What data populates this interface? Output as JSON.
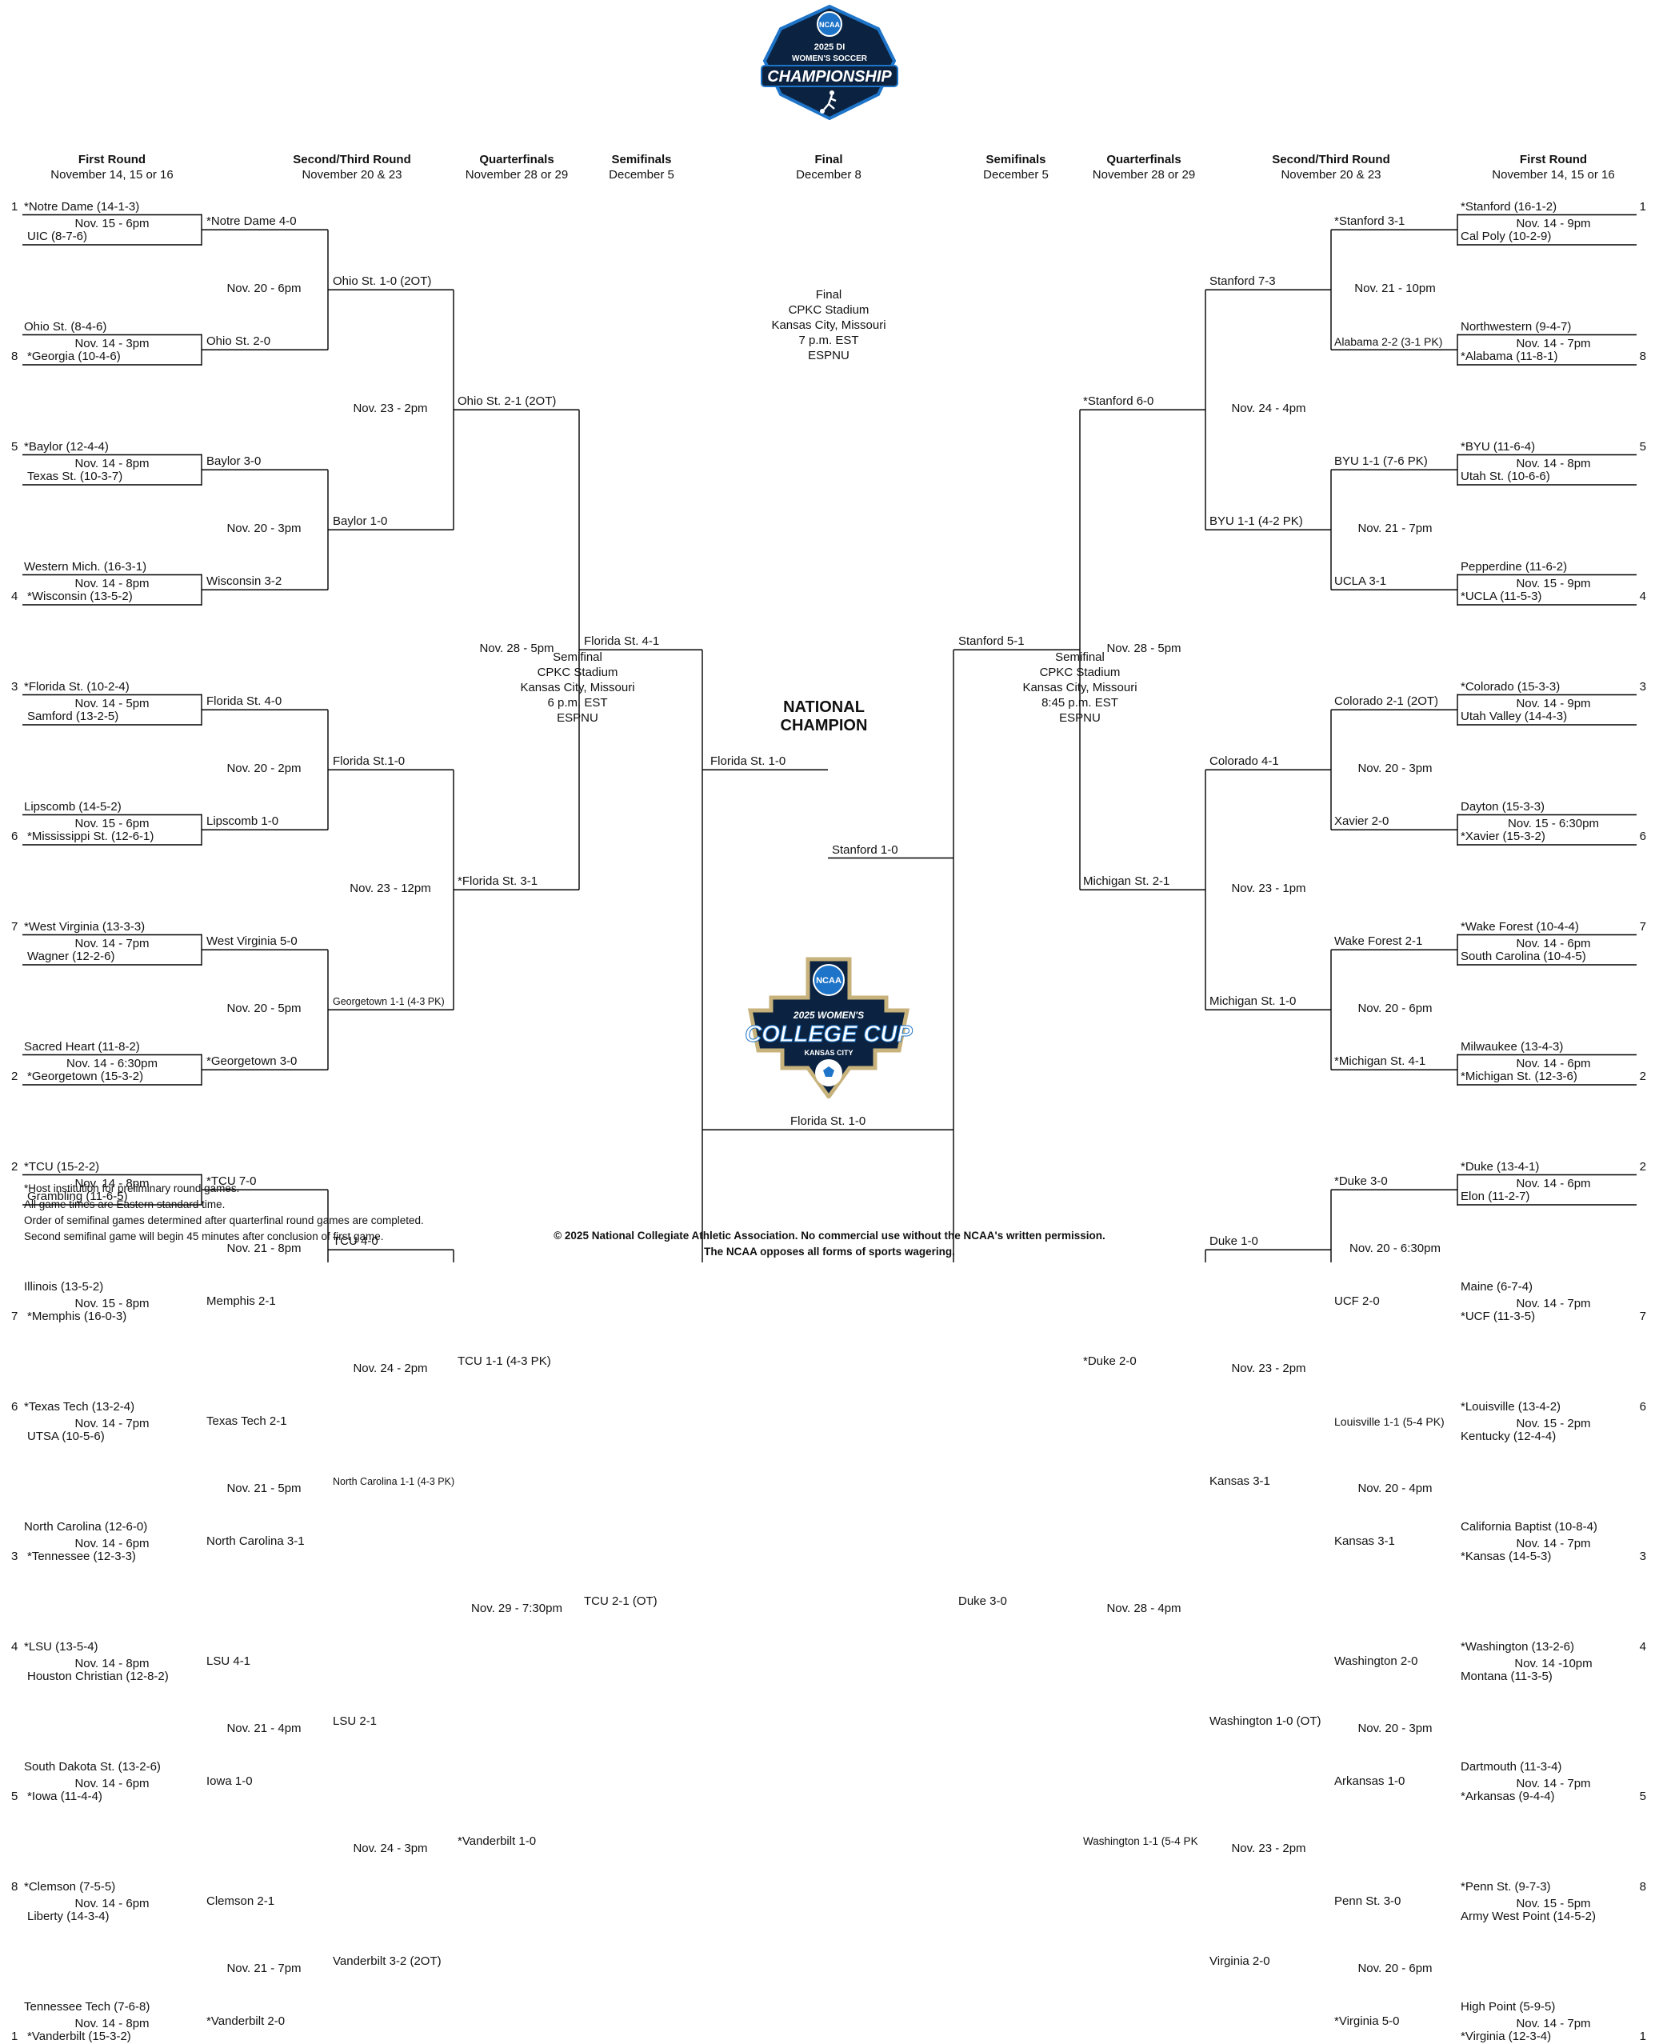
{
  "logos": {
    "top": {
      "badge": "NCAA",
      "line1": "2025 DI",
      "line2": "WOMEN'S SOCCER",
      "line3": "CHAMPIONSHIP"
    },
    "bottom": {
      "badge": "NCAA",
      "line1": "2025 WOMEN'S",
      "line2": "COLLEGE CUP",
      "line3": "KANSAS CITY"
    },
    "colors": {
      "navy": "#0b2340",
      "blue": "#1e74c8",
      "gold": "#c7b27c",
      "white": "#ffffff"
    }
  },
  "headers": {
    "left": [
      {
        "title": "First Round",
        "sub": "November 14, 15 or 16"
      },
      {
        "title": "Second/Third Round",
        "sub": "November 20 & 23"
      },
      {
        "title": "Quarterfinals",
        "sub": "November 28 or 29"
      },
      {
        "title": "Semifinals",
        "sub": "December 5"
      }
    ],
    "final": {
      "title": "Final",
      "sub": "December 8"
    },
    "right": [
      {
        "title": "Semifinals",
        "sub": "December 5"
      },
      {
        "title": "Quarterfinals",
        "sub": "November 28 or 29"
      },
      {
        "title": "Second/Third Round",
        "sub": "November 20 & 23"
      },
      {
        "title": "First Round",
        "sub": "November 14, 15 or 16"
      }
    ]
  },
  "left_first_round": [
    {
      "seed": "1",
      "team": "*Notre Dame (14-1-3)",
      "time": "Nov. 15 - 6pm",
      "opp": "UIC (8-7-6)",
      "opp_seed": ""
    },
    {
      "seed": "",
      "team": "Ohio St. (8-4-6)",
      "time": "Nov. 14 - 3pm",
      "opp": "*Georgia (10-4-6)",
      "opp_seed": "8"
    },
    {
      "seed": "5",
      "team": "*Baylor (12-4-4)",
      "time": "Nov. 14 - 8pm",
      "opp": "Texas St. (10-3-7)",
      "opp_seed": ""
    },
    {
      "seed": "",
      "team": "Western Mich. (16-3-1)",
      "time": "Nov. 14 - 8pm",
      "opp": "*Wisconsin (13-5-2)",
      "opp_seed": "4"
    },
    {
      "seed": "3",
      "team": "*Florida St. (10-2-4)",
      "time": "Nov. 14 - 5pm",
      "opp": "Samford (13-2-5)",
      "opp_seed": ""
    },
    {
      "seed": "",
      "team": "Lipscomb (14-5-2)",
      "time": "Nov. 15 - 6pm",
      "opp": "*Mississippi St. (12-6-1)",
      "opp_seed": "6"
    },
    {
      "seed": "7",
      "team": "*West Virginia (13-3-3)",
      "time": "Nov. 14 - 7pm",
      "opp": "Wagner (12-2-6)",
      "opp_seed": ""
    },
    {
      "seed": "",
      "team": "Sacred Heart (11-8-2)",
      "time": "Nov. 14 - 6:30pm",
      "opp": "*Georgetown (15-3-2)",
      "opp_seed": "2"
    },
    {
      "seed": "2",
      "team": "*TCU (15-2-2)",
      "time": "Nov. 14 - 8pm",
      "opp": "Grambling (11-6-5)",
      "opp_seed": ""
    },
    {
      "seed": "",
      "team": "Illinois (13-5-2)",
      "time": "Nov. 15 - 8pm",
      "opp": "*Memphis (16-0-3)",
      "opp_seed": "7"
    },
    {
      "seed": "6",
      "team": "*Texas Tech (13-2-4)",
      "time": "Nov. 14 - 7pm",
      "opp": "UTSA (10-5-6)",
      "opp_seed": ""
    },
    {
      "seed": "",
      "team": "North Carolina (12-6-0)",
      "time": "Nov. 14 - 6pm",
      "opp": "*Tennessee (12-3-3)",
      "opp_seed": "3"
    },
    {
      "seed": "4",
      "team": "*LSU (13-5-4)",
      "time": "Nov. 14 - 8pm",
      "opp": "Houston Christian (12-8-2)",
      "opp_seed": ""
    },
    {
      "seed": "",
      "team": "South Dakota St. (13-2-6)",
      "time": "Nov. 14 - 6pm",
      "opp": "*Iowa (11-4-4)",
      "opp_seed": "5"
    },
    {
      "seed": "8",
      "team": "*Clemson (7-5-5)",
      "time": "Nov. 14 - 6pm",
      "opp": "Liberty (14-3-4)",
      "opp_seed": ""
    },
    {
      "seed": "",
      "team": "Tennessee Tech (7-6-8)",
      "time": "Nov. 14 - 8pm",
      "opp": "*Vanderbilt (15-3-2)",
      "opp_seed": "1"
    }
  ],
  "left_second_round": [
    {
      "top": "*Notre Dame 4-0",
      "time": "Nov. 20 - 6pm",
      "bottom": "Ohio St. 2-0"
    },
    {
      "top": "Baylor 3-0",
      "time": "Nov. 20 - 3pm",
      "bottom": "Wisconsin 3-2"
    },
    {
      "top": "Florida St. 4-0",
      "time": "Nov. 20 - 2pm",
      "bottom": "Lipscomb 1-0"
    },
    {
      "top": "West Virginia 5-0",
      "time": "Nov. 20 - 5pm",
      "bottom": "*Georgetown 3-0"
    },
    {
      "top": "*TCU 7-0",
      "time": "Nov. 21 - 8pm",
      "bottom": "Memphis 2-1"
    },
    {
      "top": "Texas Tech 2-1",
      "time": "Nov. 21 - 5pm",
      "bottom": "North Carolina 3-1"
    },
    {
      "top": "LSU 4-1",
      "time": "Nov. 21 - 4pm",
      "bottom": "Iowa 1-0"
    },
    {
      "top": "Clemson 2-1",
      "time": "Nov. 21 - 7pm",
      "bottom": "*Vanderbilt 2-0"
    }
  ],
  "left_third_round": [
    {
      "top": "Ohio St. 1-0 (2OT)",
      "time": "Nov. 23 - 2pm",
      "bottom": "Baylor 1-0"
    },
    {
      "top": "Florida St.1-0",
      "time": "Nov. 23 - 12pm",
      "bottom": "Georgetown 1-1 (4-3 PK)"
    },
    {
      "top": "TCU 4-0",
      "time": "Nov. 24 - 2pm",
      "bottom": "North Carolina 1-1 (4-3 PK)"
    },
    {
      "top": "LSU 2-1",
      "time": "Nov. 24 - 3pm",
      "bottom": "Vanderbilt 3-2 (2OT)"
    }
  ],
  "left_quarterfinals": [
    {
      "top": "Ohio St. 2-1 (2OT)",
      "time": "Nov. 28 - 5pm",
      "bottom": "*Florida St. 3-1"
    },
    {
      "top": "TCU 1-1 (4-3 PK)",
      "time": "Nov. 29 - 7:30pm",
      "bottom": "*Vanderbilt 1-0"
    }
  ],
  "left_semifinal": {
    "top": "Florida St. 4-1",
    "bottom": "TCU 2-1 (OT)",
    "final_entry": "Florida St. 1-0"
  },
  "right_first_round": [
    {
      "seed": "1",
      "team": "*Stanford (16-1-2)",
      "time": "Nov. 14 - 9pm",
      "opp": "Cal Poly (10-2-9)",
      "opp_seed": ""
    },
    {
      "seed": "",
      "team": "Northwestern (9-4-7)",
      "time": "Nov. 14 - 7pm",
      "opp": "*Alabama (11-8-1)",
      "opp_seed": "8"
    },
    {
      "seed": "5",
      "team": "*BYU (11-6-4)",
      "time": "Nov. 14 - 8pm",
      "opp": "Utah St. (10-6-6)",
      "opp_seed": ""
    },
    {
      "seed": "",
      "team": "Pepperdine (11-6-2)",
      "time": "Nov. 15 - 9pm",
      "opp": "*UCLA (11-5-3)",
      "opp_seed": "4"
    },
    {
      "seed": "3",
      "team": "*Colorado (15-3-3)",
      "time": "Nov. 14 - 9pm",
      "opp": "Utah Valley (14-4-3)",
      "opp_seed": ""
    },
    {
      "seed": "",
      "team": "Dayton (15-3-3)",
      "time": "Nov. 15 - 6:30pm",
      "opp": "*Xavier (15-3-2)",
      "opp_seed": "6"
    },
    {
      "seed": "7",
      "team": "*Wake Forest (10-4-4)",
      "time": "Nov. 14 - 6pm",
      "opp": "South Carolina (10-4-5)",
      "opp_seed": ""
    },
    {
      "seed": "",
      "team": "Milwaukee (13-4-3)",
      "time": "Nov. 14 - 6pm",
      "opp": "*Michigan St. (12-3-6)",
      "opp_seed": "2"
    },
    {
      "seed": "2",
      "team": "*Duke (13-4-1)",
      "time": "Nov. 14 - 6pm",
      "opp": "Elon (11-2-7)",
      "opp_seed": ""
    },
    {
      "seed": "",
      "team": "Maine (6-7-4)",
      "time": "Nov. 14 - 7pm",
      "opp": "*UCF (11-3-5)",
      "opp_seed": "7"
    },
    {
      "seed": "6",
      "team": "*Louisville (13-4-2)",
      "time": "Nov. 15 - 2pm",
      "opp": "Kentucky (12-4-4)",
      "opp_seed": ""
    },
    {
      "seed": "",
      "team": "California Baptist (10-8-4)",
      "time": "Nov. 14 - 7pm",
      "opp": "*Kansas (14-5-3)",
      "opp_seed": "3"
    },
    {
      "seed": "4",
      "team": "*Washington (13-2-6)",
      "time": "Nov. 14 -10pm",
      "opp": "Montana (11-3-5)",
      "opp_seed": ""
    },
    {
      "seed": "",
      "team": "Dartmouth (11-3-4)",
      "time": "Nov. 14 - 7pm",
      "opp": "*Arkansas (9-4-4)",
      "opp_seed": "5"
    },
    {
      "seed": "8",
      "team": "*Penn St. (9-7-3)",
      "time": "Nov. 15 - 5pm",
      "opp": "Army West Point (14-5-2)",
      "opp_seed": ""
    },
    {
      "seed": "",
      "team": "High Point (5-9-5)",
      "time": "Nov. 14 - 7pm",
      "opp": "*Virginia (12-3-4)",
      "opp_seed": "1"
    }
  ],
  "right_second_round": [
    {
      "top": "*Stanford 3-1",
      "time": "Nov. 21 - 10pm",
      "bottom": "Alabama 2-2 (3-1 PK)"
    },
    {
      "top": "BYU 1-1 (7-6 PK)",
      "time": "Nov. 21 - 7pm",
      "bottom": "UCLA 3-1"
    },
    {
      "top": "Colorado 2-1 (2OT)",
      "time": "Nov. 20 - 3pm",
      "bottom": "Xavier 2-0"
    },
    {
      "top": "Wake Forest 2-1",
      "time": "Nov. 20 - 6pm",
      "bottom": "*Michigan St. 4-1"
    },
    {
      "top": "*Duke 3-0",
      "time": "Nov. 20 - 6:30pm",
      "bottom": "UCF 2-0"
    },
    {
      "top": "Louisville 1-1 (5-4 PK)",
      "time": "Nov. 20 - 4pm",
      "bottom": "Kansas 3-1"
    },
    {
      "top": "Washington 2-0",
      "time": "Nov. 20 - 3pm",
      "bottom": "Arkansas 1-0"
    },
    {
      "top": "Penn St. 3-0",
      "time": "Nov. 20 - 6pm",
      "bottom": "*Virginia 5-0"
    }
  ],
  "right_third_round": [
    {
      "top": "Stanford 7-3",
      "time": "Nov. 24 - 4pm",
      "bottom": "BYU 1-1 (4-2 PK)"
    },
    {
      "top": "Colorado 4-1",
      "time": "Nov. 23 - 1pm",
      "bottom": "Michigan St. 1-0"
    },
    {
      "top": "Duke 1-0",
      "time": "Nov. 23 - 2pm",
      "bottom": "Kansas 3-1"
    },
    {
      "top": "Washington 1-0 (OT)",
      "time": "Nov. 23 - 2pm",
      "bottom": "Virginia 2-0"
    }
  ],
  "right_quarterfinals": [
    {
      "top": "*Stanford 6-0",
      "time": "Nov. 28 - 5pm",
      "bottom": "Michigan St. 2-1"
    },
    {
      "top": "*Duke 2-0",
      "time": "Nov. 28 - 4pm",
      "bottom": "Washington 1-1 (5-4 PK"
    }
  ],
  "right_semifinal": {
    "top": "Stanford 5-1",
    "bottom": "Duke 3-0",
    "final_entry": "Stanford 1-0"
  },
  "champion": "Florida St. 1-0",
  "national_champion_label": [
    "NATIONAL",
    "CHAMPION"
  ],
  "final_info": [
    "Final",
    "CPKC Stadium",
    "Kansas City, Missouri",
    "7 p.m. EST",
    "ESPNU"
  ],
  "semifinal_left_info": [
    "Semifinal",
    "CPKC Stadium",
    "Kansas City, Missouri",
    "6 p.m. EST",
    "ESPNU"
  ],
  "semifinal_right_info": [
    "Semifinal",
    "CPKC Stadium",
    "Kansas City, Missouri",
    "8:45 p.m. EST",
    "ESPNU"
  ],
  "footnotes": [
    "*Host institution for preliminary round games.",
    "All game times are Eastern standard time.",
    "Order of semifinal games determined after quarterfinal round games are completed.",
    "Second semifinal game will begin 45 minutes after conclusion of first game."
  ],
  "copyright": [
    "© 2025 National Collegiate Athletic Association.  No commercial use without the NCAA's written permission.",
    "The NCAA opposes all forms of sports wagering."
  ]
}
